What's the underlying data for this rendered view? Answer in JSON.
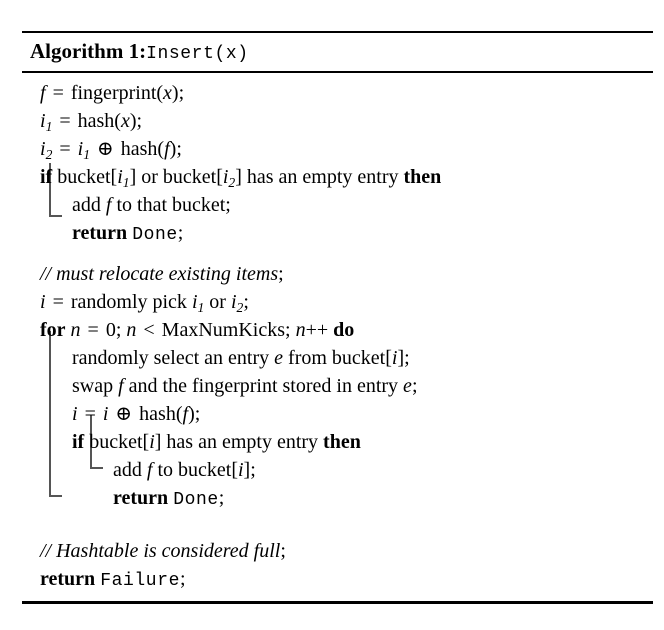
{
  "document": {
    "kind": "algorithm-float",
    "caption_label": "Algorithm 1:",
    "caption_signature": "Insert(x)"
  },
  "colors": {
    "text": "#000000",
    "rule": "#000000",
    "bracket": "#555555",
    "background": "#ffffff"
  },
  "lines": [
    {
      "id": "line-1",
      "level": 0,
      "text": "f = fingerprint(x);"
    },
    {
      "id": "line-2",
      "level": 0,
      "text": "i1 = hash(x);"
    },
    {
      "id": "line-3",
      "level": 0,
      "text": "i2 = i1 ⊕ hash(f);"
    },
    {
      "id": "line-4",
      "level": 0,
      "text": "if bucket[i1] or bucket[i2] has an empty entry then"
    },
    {
      "id": "line-5",
      "level": 1,
      "text": "add f to that bucket;"
    },
    {
      "id": "line-6",
      "level": 1,
      "text": "return Done;"
    },
    {
      "id": "line-7",
      "level": 0,
      "text": "// must relocate existing items;"
    },
    {
      "id": "line-8",
      "level": 0,
      "text": "i = randomly pick i1 or i2;"
    },
    {
      "id": "line-9",
      "level": 0,
      "text": "for n = 0; n < MaxNumKicks; n++ do"
    },
    {
      "id": "line-10",
      "level": 1,
      "text": "randomly select an entry e from bucket[i];"
    },
    {
      "id": "line-11",
      "level": 1,
      "text": "swap f and the fingerprint stored in entry e;"
    },
    {
      "id": "line-12",
      "level": 1,
      "text": "i = i ⊕ hash(f);"
    },
    {
      "id": "line-13",
      "level": 1,
      "text": "if bucket[i] has an empty entry then"
    },
    {
      "id": "line-14",
      "level": 2,
      "text": "add f to bucket[i];"
    },
    {
      "id": "line-15",
      "level": 2,
      "text": "return Done;"
    },
    {
      "id": "line-16",
      "level": 0,
      "text": "// Hashtable is considered full;"
    },
    {
      "id": "line-17",
      "level": 0,
      "text": "return Failure;"
    }
  ],
  "keywords": [
    "if",
    "then",
    "for",
    "do",
    "return"
  ],
  "monospace_literals": [
    "Insert(x)",
    "Done",
    "Failure"
  ],
  "comments": [
    "// must relocate existing items;",
    "// Hashtable is considered full;"
  ]
}
